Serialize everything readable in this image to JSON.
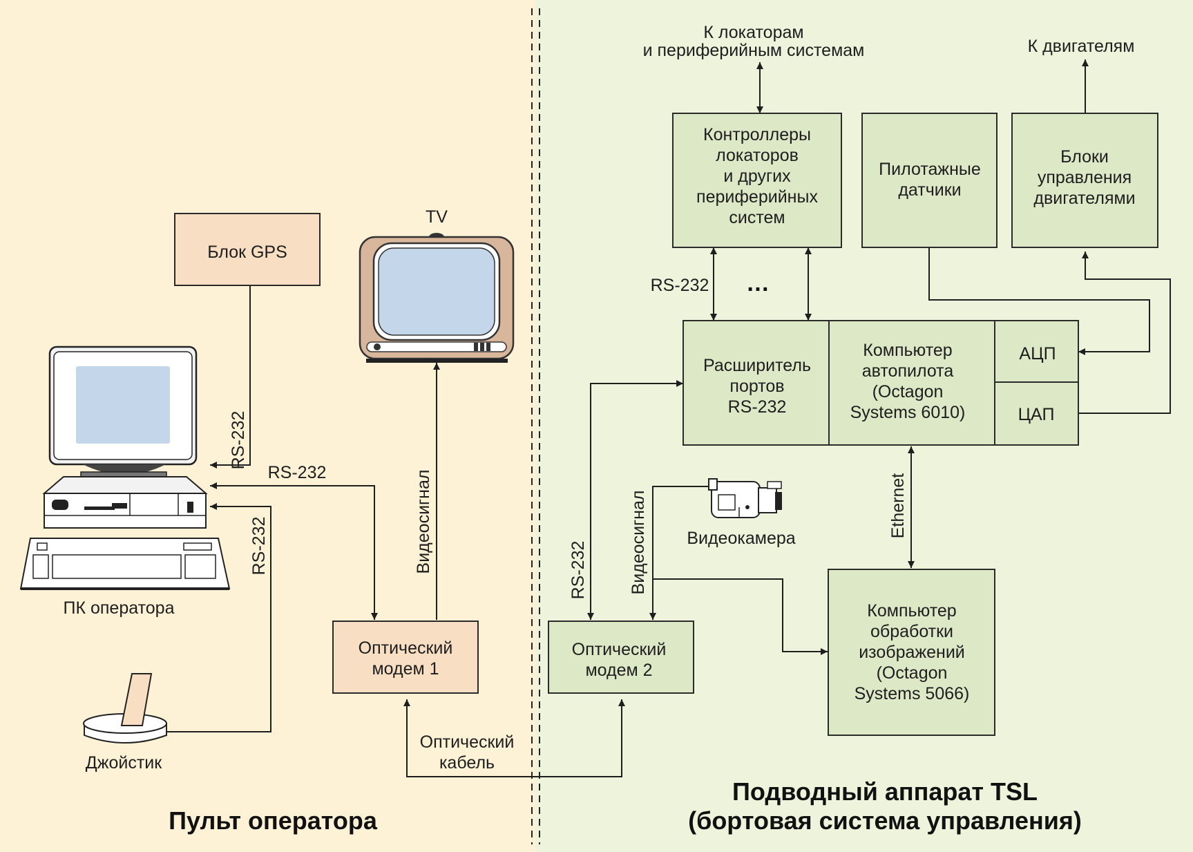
{
  "colors": {
    "left_bg": "#fdf1d6",
    "right_bg": "#eef3dc",
    "left_box": "#f8dfc4",
    "right_box": "#dde8c6",
    "line": "#1e1e1e",
    "screen": "#c3d6ea",
    "tv_body": "#d8b69c"
  },
  "icons": {
    "pc": "desktop-computer-icon",
    "tv": "television-icon",
    "camera": "video-camera-icon",
    "joystick": "joystick-icon"
  },
  "sections": {
    "left_title": "Пульт оператора",
    "right_title_1": "Подводный аппарат TSL",
    "right_title_2": "(бортовая система управления)"
  },
  "operator": {
    "gps": "Блок GPS",
    "tv": "TV",
    "pc": "ПК оператора",
    "joystick": "Джойстик",
    "modem_1_l1": "Оптический",
    "modem_1_l2": "модем 1"
  },
  "vehicle": {
    "to_locators_1": "К локаторам",
    "to_locators_2": "и периферийным системам",
    "to_engines": "К двигателям",
    "controllers": [
      "Контроллеры",
      "локаторов",
      "и других",
      "периферийных",
      "систем"
    ],
    "pilot_sensors": [
      "Пилотажные",
      "датчики"
    ],
    "engine_blocks": [
      "Блоки",
      "управления",
      "двигателями"
    ],
    "port_expander": [
      "Расширитель",
      "портов",
      "RS-232"
    ],
    "autopilot": [
      "Компьютер",
      "автопилота",
      "(Octagon",
      "Systems 6010)"
    ],
    "adc": "АЦП",
    "dac": "ЦАП",
    "image_pc": [
      "Компьютер",
      "обработки",
      "изображений",
      "(Octagon",
      "Systems 5066)"
    ],
    "modem_2_l1": "Оптический",
    "modem_2_l2": "модем 2",
    "camera": "Видеокамера",
    "dots": "…"
  },
  "links": {
    "rs232_gps": "RS-232",
    "rs232_modem": "RS-232",
    "rs232_joystick": "RS-232",
    "video_tv": "Видеосигнал",
    "optical_cable_1": "Оптический",
    "optical_cable_2": "кабель",
    "rs232_controllers": "RS-232",
    "rs232_modem2": "RS-232",
    "video_camera": "Видеосигнал",
    "ethernet": "Ethernet"
  }
}
